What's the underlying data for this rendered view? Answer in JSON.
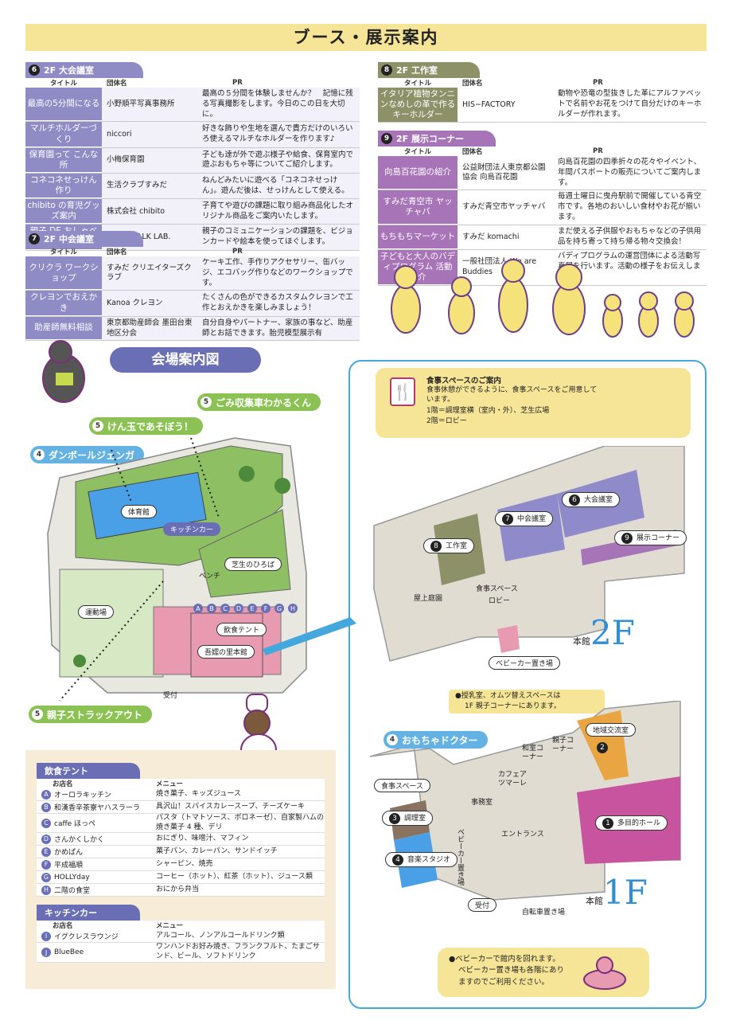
{
  "title": "ブース・展示案内",
  "sec6": {
    "num": "6",
    "name": "2F 大会議室",
    "cols": [
      "タイトル",
      "団体名",
      "PR"
    ],
    "rows": [
      {
        "t": "最高の5分間になる",
        "o": "小野順平写真事務所",
        "pr": "最高の５分間を体験しませんか？　記憶に残る写真撮影をします。今日のこの日を大切に。"
      },
      {
        "t": "マルチホルダーづくり",
        "o": "niccori",
        "pr": "好きな飾りや生地を選んで貴方だけのいろいろ使えるマルチなホルダーを作ります♪"
      },
      {
        "t": "保育園って こんな所",
        "o": "小梅保育園",
        "pr": "子ども達が外で遊ぶ様子や給食、保育室内で遊ぶおもちゃ等についてご紹介します。"
      },
      {
        "t": "コネコネせっけん作り",
        "o": "生活クラブすみだ",
        "pr": "ねんどみたいに遊べる「コネコネせっけん」。遊んだ後は、せっけんとして使える。"
      },
      {
        "t": "chibito の育児グッズ案内",
        "o": "株式会社 chibito",
        "pr": "子育てや遊びの課題に取り組み商品化したオリジナル商品をご案内いたします。"
      },
      {
        "t": "親子 DE おしゃべり",
        "o": "CROSSTALK LAB.",
        "pr": "親子のコミュニケーションの課題を、ビジョンカードや絵本を使ってほぐします。"
      }
    ]
  },
  "sec7": {
    "num": "7",
    "name": "2F 中会議室",
    "rows": [
      {
        "t": "クリクラ ワークショップ",
        "o": "すみだ クリエイターズクラブ",
        "pr": "ケーキ工作、手作りアクセサリー、缶バッジ、エコバッグ作りなどのワークショップです。"
      },
      {
        "t": "クレヨンでおえかき",
        "o": "Kanoa クレヨン",
        "pr": "たくさんの色ができるカスタムクレヨンで工作とおえかきを楽しみましょう！"
      },
      {
        "t": "助産師無料相談",
        "o": "東京都助産師会 墨田台東地区分会",
        "pr": "自分自身やパートナー、家族の事など、助産師とお話できます。胎児模型展示有"
      }
    ]
  },
  "sec8": {
    "num": "8",
    "name": "2F 工作室",
    "rows": [
      {
        "t": "イタリア植物タンニンなめしの革で作るキーホルダー",
        "o": "HIS−FACTORY",
        "pr": "動物や恐竜の型抜きした革にアルファベットで名前やお花をつけて自分だけのキーホルダーが作れます。"
      }
    ]
  },
  "sec9": {
    "num": "9",
    "name": "2F 展示コーナー",
    "rows": [
      {
        "t": "向島百花園の紹介",
        "o": "公益財団法人東京都公園協会 向島百花園",
        "pr": "向島百花園の四季折々の花々やイベント、年間パスポートの販売についてご案内します。"
      },
      {
        "t": "すみだ青空市 ヤッチャバ",
        "o": "すみだ青空市ヤッチャバ",
        "pr": "毎週土曜日に曳舟駅前で開催している青空市です。各地のおいしい食材やお花が揃います。"
      },
      {
        "t": "もちもちマーケット",
        "o": "すみだ komachi",
        "pr": "まだ使える子供服やおもちゃなどの子供用品を持ち寄って持ち帰る物々交換会！"
      },
      {
        "t": "子どもと大人のバディプログラム 活動紹介",
        "o": "一般社団法人 We are Buddies",
        "pr": "バディプログラムの運営団体による活動写真展を行います。活動の様子をお伝えします。"
      }
    ]
  },
  "venue": {
    "title": "会場案内図",
    "pill5a": {
      "num": "5",
      "text": "ごみ収集車わかるくん"
    },
    "pill5b": {
      "num": "5",
      "text": "けん玉であそぼう！"
    },
    "pill4a": {
      "num": "4",
      "text": "ダンボールジェンガ"
    },
    "pill5c": {
      "num": "5",
      "text": "親子ストラックアウト"
    },
    "gym": "体育館",
    "kitchen": "キッチンカー",
    "lawn": "芝生のひろば",
    "bench": "ベンチ",
    "ground": "運動場",
    "tent": "飲食テント",
    "letters": [
      "A",
      "B",
      "C",
      "D",
      "E",
      "F",
      "G",
      "H"
    ],
    "hall": "吾嬬の里本館",
    "reception": "受付"
  },
  "food_info": {
    "title": "食事スペースのご案内",
    "lines": [
      "食事休憩ができるように、食事スペースをご用意しています。",
      "1階＝調理室横（室内・外）、芝生広場",
      "2階＝ロビー"
    ]
  },
  "floor2": {
    "label_main": "本館",
    "label_floor": "2F",
    "large": {
      "num": "6",
      "text": "大会議室"
    },
    "mid": {
      "num": "7",
      "text": "中会議室"
    },
    "craft": {
      "num": "8",
      "text": "工作室"
    },
    "exhibit": {
      "num": "9",
      "text": "展示コーナー"
    },
    "roof": "屋上庭園",
    "food": "食事スペース",
    "lobby": "ロビー",
    "stroller": "ベビーカー置き場"
  },
  "note1f": [
    "●授乳室、オムツ替えスペースは",
    "1F 親子コーナーにあります。"
  ],
  "floor1": {
    "label_main": "本館",
    "label_floor": "1F",
    "pill": {
      "num": "4",
      "text": "おもちゃドクター"
    },
    "community": "地域交流室",
    "oyako": "親子コーナー",
    "washitsu": "和室コーナー",
    "cafe": "カフェアツマーレ",
    "office": "事務室",
    "entrance": "エントランス",
    "multi": {
      "num": "1",
      "text": "多目的ホール"
    },
    "num2": "2",
    "food": "食事スペース",
    "cook": {
      "num": "3",
      "text": "調理室"
    },
    "music": {
      "num": "4",
      "text": "音楽スタジオ"
    },
    "stroller": "ベビーカー置き場",
    "reception": "受付",
    "bike": "自転車置き場"
  },
  "stroller_note": [
    "●ベビーカーで館内を回れます。",
    "ベビーカー置き場も各階にあり",
    "ますのでご利用ください。"
  ],
  "food_tent": {
    "title": "飲食テント",
    "cols": [
      "お店名",
      "メニュー"
    ],
    "rows": [
      {
        "k": "A",
        "n": "オーロラキッチン",
        "m": "焼き菓子、キッズジュース"
      },
      {
        "k": "B",
        "n": "和漢香辛茶寮ヤハスラーラ",
        "m": "具沢山！スパイスカレースープ、チーズケーキ"
      },
      {
        "k": "C",
        "n": "caffe ほっぺ",
        "m": "パスタ（トマトソース、ボロネーゼ）、自家製ハムの焼き菓子 4 種、デリ"
      },
      {
        "k": "D",
        "n": "さんかくしかく",
        "m": "おにぎり、味噌汁、マフィン"
      },
      {
        "k": "E",
        "n": "かめぱん",
        "m": "菓子パン、カレーパン、サンドイッチ"
      },
      {
        "k": "F",
        "n": "平成福順",
        "m": "シャーピン、焼売"
      },
      {
        "k": "G",
        "n": "HOLLYday",
        "m": "コーヒー（ホット）、紅茶（ホット）、ジュース類"
      },
      {
        "k": "H",
        "n": "二階の食堂",
        "m": "おにから弁当"
      }
    ]
  },
  "kitchen_car": {
    "title": "キッチンカー",
    "cols": [
      "お店名",
      "メニュー"
    ],
    "rows": [
      {
        "k": "I",
        "n": "イグクレスラウンジ",
        "m": "アルコール、ノンアルコールドリンク類"
      },
      {
        "k": "J",
        "n": "BlueBee",
        "m": "ワンハンドお好み焼き、フランクフルト、たまごサンド、ビール、ソフトドリンク"
      }
    ]
  },
  "colors": {
    "purple": "#8e8bc5",
    "olive": "#8d9168",
    "violet": "#a774b8",
    "green": "#8bc253",
    "blue": "#63b2e3",
    "banner": "#f6e596"
  }
}
